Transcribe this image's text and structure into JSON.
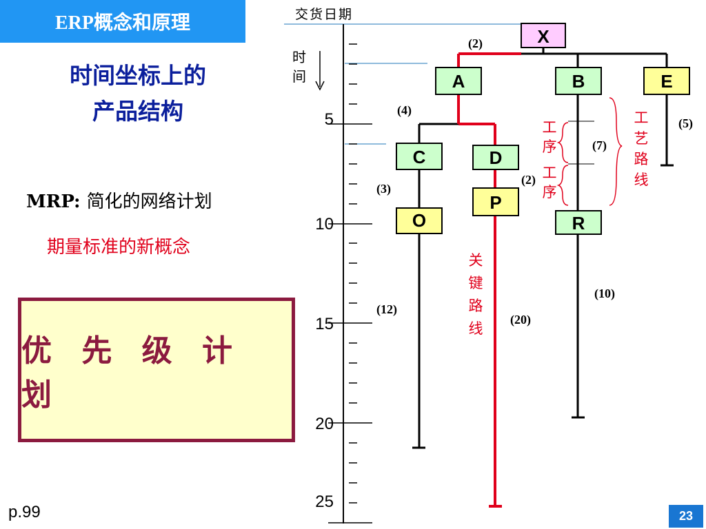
{
  "header": {
    "title": "ERP概念和原理"
  },
  "left": {
    "heading_line1": "时间坐标上的",
    "heading_line2": "产品结构",
    "mrp_prefix": "MRP:",
    "mrp_text": "简化的网络计划",
    "concept": "期量标准的新概念",
    "priority": "优 先 级 计 划"
  },
  "axis": {
    "title": "交货日期",
    "direction_label": "时\n间",
    "ticks": [
      "5",
      "10",
      "15",
      "20",
      "25"
    ]
  },
  "diagram": {
    "nodes": {
      "X": "X",
      "A": "A",
      "B": "B",
      "E": "E",
      "C": "C",
      "D": "D",
      "P": "P",
      "O": "O",
      "R": "R"
    },
    "labels": {
      "x_a": "(2)",
      "a_c": "(4)",
      "c_o": "(3)",
      "d_p": "(2)",
      "b_r": "(7)",
      "e": "(5)",
      "o": "(12)",
      "p": "(20)",
      "r": "(10)"
    },
    "critical_path": "关键路线",
    "process1": "工序",
    "process2": "工序",
    "routing": "工艺路线"
  },
  "colors": {
    "critical": "#e0001b",
    "node_green": "#ccffcc",
    "node_yellow": "#ffff99",
    "node_pink": "#ffccff"
  },
  "footer": {
    "page_ref": "p.99",
    "page_number": "23"
  }
}
